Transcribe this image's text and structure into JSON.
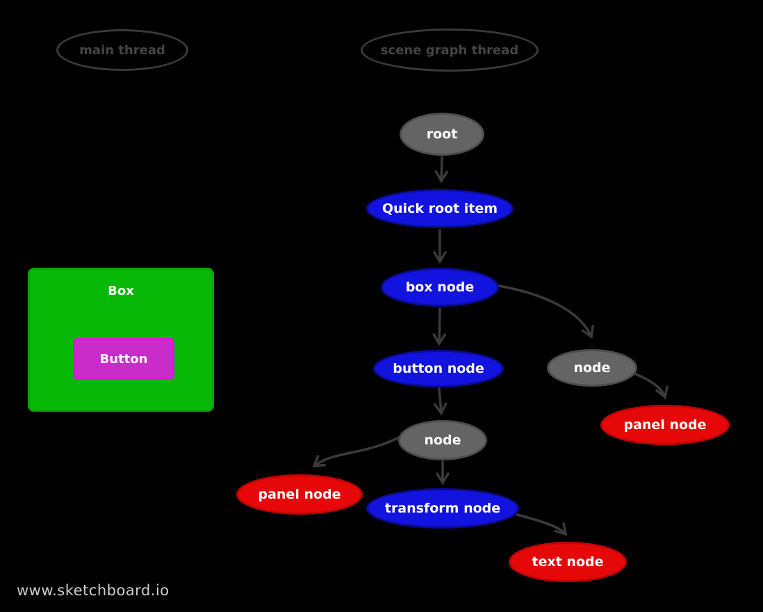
{
  "page": {
    "watermark": "www.sketchboard.io"
  },
  "threads": {
    "main": {
      "label": "main thread"
    },
    "scene_graph": {
      "label": "scene graph thread"
    }
  },
  "ui_mock": {
    "box": {
      "label": "Box"
    },
    "button": {
      "label": "Button"
    }
  },
  "nodes": {
    "root": {
      "label": "root",
      "color": "gray"
    },
    "quick_root_item": {
      "label": "Quick root item",
      "color": "blue"
    },
    "box_node": {
      "label": "box node",
      "color": "blue"
    },
    "button_node": {
      "label": "button node",
      "color": "blue"
    },
    "node_right": {
      "label": "node",
      "color": "gray"
    },
    "panel_node_right": {
      "label": "panel node",
      "color": "red"
    },
    "node_mid": {
      "label": "node",
      "color": "gray"
    },
    "panel_node_left": {
      "label": "panel node",
      "color": "red"
    },
    "transform_node": {
      "label": "transform node",
      "color": "blue"
    },
    "text_node": {
      "label": "text node",
      "color": "red"
    }
  },
  "edges": [
    {
      "from": "root",
      "to": "quick_root_item"
    },
    {
      "from": "quick_root_item",
      "to": "box_node"
    },
    {
      "from": "box_node",
      "to": "button_node"
    },
    {
      "from": "box_node",
      "to": "node_right"
    },
    {
      "from": "node_right",
      "to": "panel_node_right"
    },
    {
      "from": "button_node",
      "to": "node_mid"
    },
    {
      "from": "node_mid",
      "to": "panel_node_left"
    },
    {
      "from": "node_mid",
      "to": "transform_node"
    },
    {
      "from": "transform_node",
      "to": "text_node"
    }
  ],
  "colors": {
    "blue": "#1313e0",
    "blue-border": "#0b0b94",
    "gray": "#646464",
    "gray-border": "#4d4d4d",
    "red": "#e60808",
    "red-border": "#c20404",
    "green": "#07b807",
    "green-border": "#0aa50a",
    "magenta": "#c92cc9",
    "magenta-border": "#dc16dc",
    "edge": "#3b3b3b",
    "outline": "#3a3a3a",
    "thread-text": "#454545",
    "watermark": "#cecece"
  }
}
